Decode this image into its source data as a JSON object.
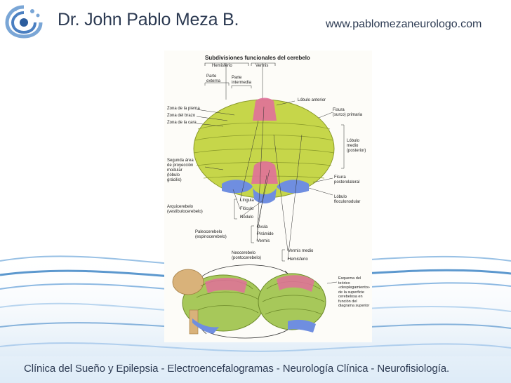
{
  "header": {
    "doctor_name": "Dr. John Pablo Meza B.",
    "website": "www.pablomezaneurologo.com"
  },
  "figure": {
    "title": "Subdivisiones funcionales del cerebelo",
    "labels": {
      "hemisferio_top": "Hemisferio",
      "vermis_top": "Vermis",
      "parte_externa": "Parte\nexterna",
      "parte_intermedia": "Parte\nintermedia",
      "lobulo_anterior": "Lóbulo anterior",
      "zona_pierna": "Zona de la pierna",
      "zona_brazo": "Zona del brazo",
      "zona_cara": "Zona de la cara",
      "fisura_primaria": "Fisura\n(surco) primaria",
      "lobulo_medio": "Lóbulo\nmedio\n(posterior)",
      "segunda_area": "Segunda área\nde proyección\nmodular\n(lóbulo\ngrácilis)",
      "fisura_posterolateral": "Fisura\nposterolateral",
      "lobulo_flocculonodular": "Lóbulo\nfloculonodular",
      "lingula": "Língula",
      "floculo": "Flóculo",
      "nodulo": "Nódulo",
      "arquicerebelo": "Arquicerebelo\n(vestibulocerebelo)",
      "uvula": "Úvula",
      "piramide": "Pirámide",
      "vermis_mid": "Vermis",
      "paleocerebelo": "Paleocerebelo\n(espinocerebelo)",
      "neocerebelo": "Neocerebelo\n(pontocerebelo)",
      "vermis_medio": "Vermis medio",
      "hemisferio_bottom": "Hemisferio",
      "esquema": "Esquema del\nteórico\n«desplegamiento»\nde la superficie\ncerebelosa en\nfunción del\ndiagrama superior"
    }
  },
  "footer": {
    "text": "Clínica del Sueño y Epilepsia - Electroencefalogramas - Neurología Clínica - Neurofisiología."
  },
  "colors": {
    "text_dark": "#2c3a52",
    "wave_blue": "#3f86c6",
    "cerebellum_green": "#c6d64a",
    "vermis_pink": "#e0709a",
    "flocculus_blue": "#6f8ee0"
  },
  "icons": [
    "logo-icon"
  ]
}
